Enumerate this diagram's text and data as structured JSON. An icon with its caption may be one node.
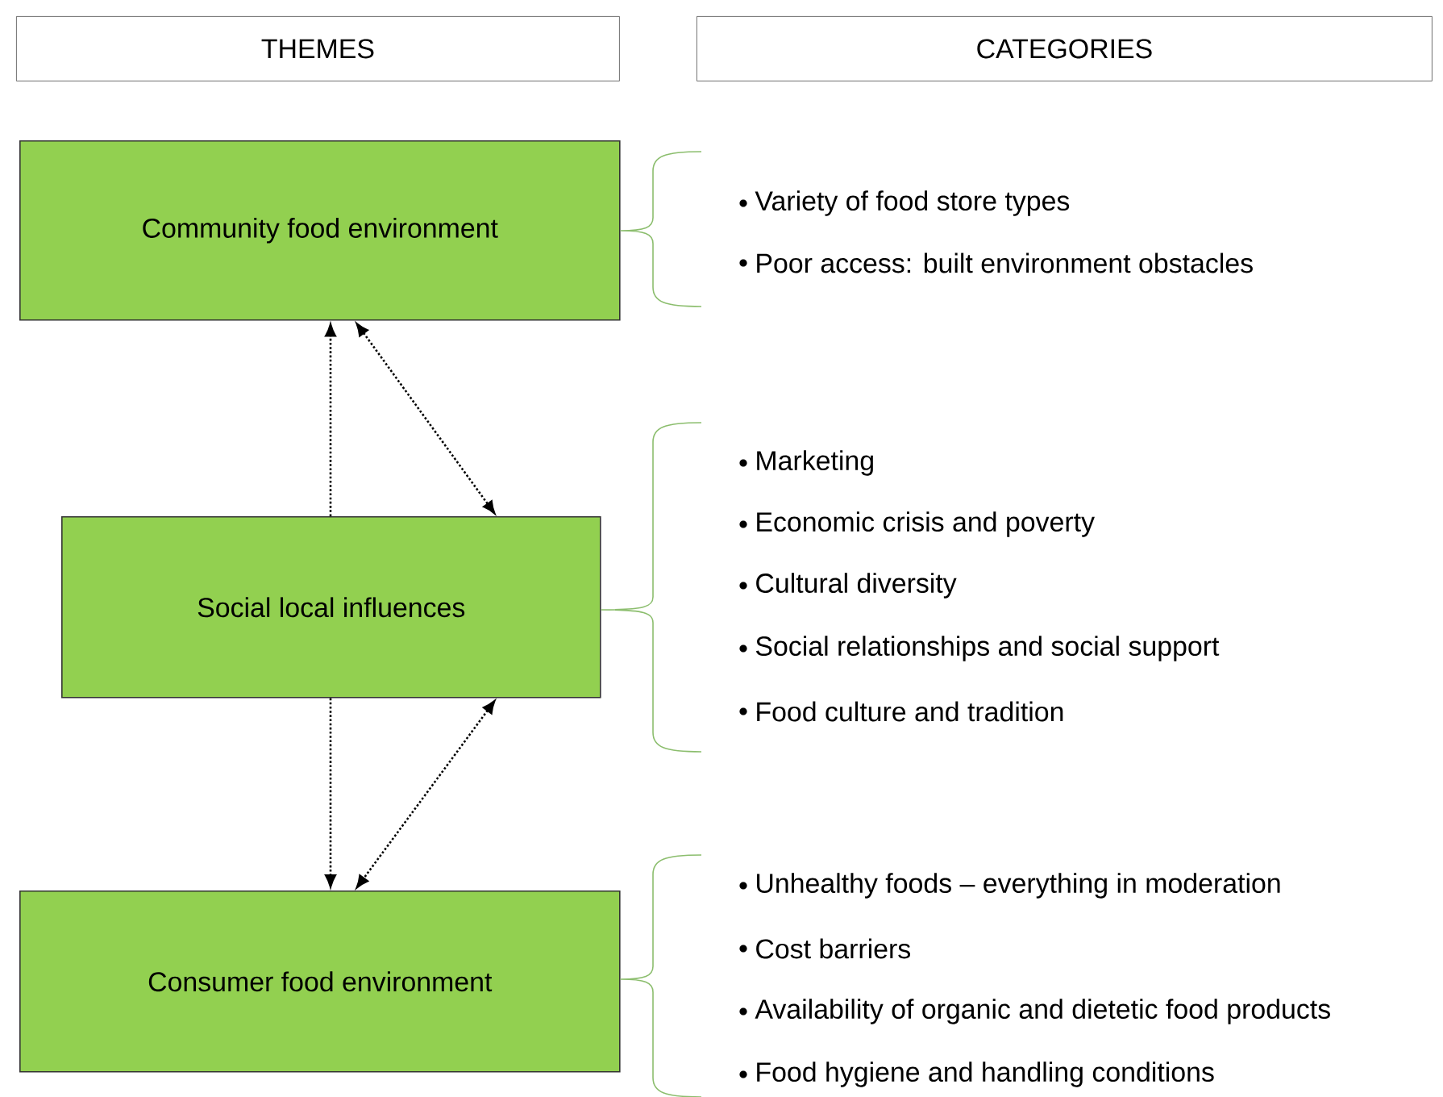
{
  "diagram": {
    "nodes": [
      {
        "text": [
          "THEMES"
        ]
      },
      {
        "text": [
          "CATEGORIES"
        ]
      },
      {
        "text": [
          "Community food environment"
        ]
      },
      {
        "text": [
          "Social local influences"
        ]
      },
      {
        "text": [
          "Consumer food environment"
        ]
      }
    ],
    "edges": [
      {
        "from": 3,
        "to": 2,
        "arrow": "to"
      },
      {
        "from": 2,
        "to": 3,
        "arrow": "both"
      },
      {
        "from": 3,
        "to": 4,
        "arrow": "to"
      },
      {
        "from": 3,
        "to": 4,
        "arrow": "both"
      }
    ],
    "labels": [
      "Variety of food store types",
      "Poor access: built environment obstacles",
      "Marketing",
      "Economic crisis and poverty",
      "Cultural diversity",
      "Social relationships and social support",
      "Food culture and tradition",
      "Unhealthy foods – everything in moderation",
      "Cost barriers",
      "Availability of organic and dietetic food products",
      "Food hygiene and handling conditions"
    ]
  }
}
